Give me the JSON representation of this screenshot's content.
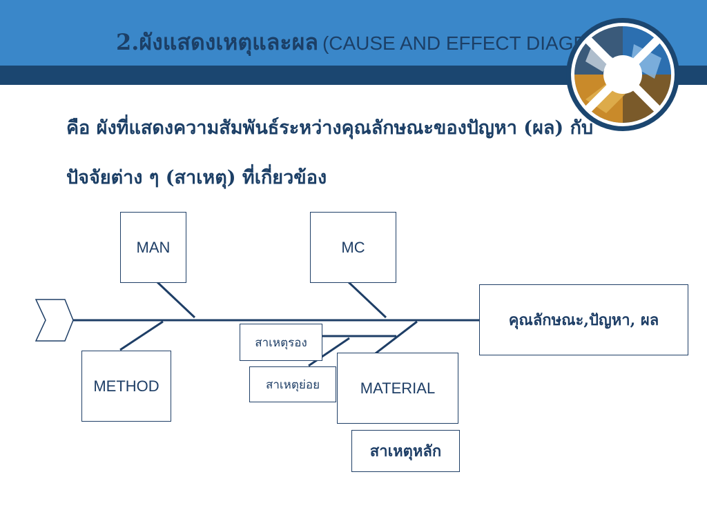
{
  "header": {
    "title_thai": "2.ผังแสดงเหตุและผล",
    "title_english": "(CAUSE AND EFFECT DIAGRAM)",
    "logo_icon": "circular-photo-badge-icon"
  },
  "definition": {
    "line1": "คือ ผังที่แสดงความสัมพันธ์ระหว่างคุณลักษณะของปัญหา (ผล) กับ",
    "line2": "ปัจจัยต่าง ๆ (สาเหตุ) ที่เกี่ยวข้อง"
  },
  "diagram": {
    "categories": {
      "man": "MAN",
      "mc": "MC",
      "method": "METHOD",
      "material": "MATERIAL"
    },
    "effect": "คุณลักษณะ,ปัญหา, ผล",
    "secondary_cause": "สาเหตุรอง",
    "minor_cause": "สาเหตุย่อย",
    "main_cause": "สาเหตุหลัก"
  },
  "colors": {
    "top_band": "#3a87c9",
    "mid_band": "#1b4670",
    "text_dark": "#1c3f66",
    "line": "#1e3e66"
  }
}
